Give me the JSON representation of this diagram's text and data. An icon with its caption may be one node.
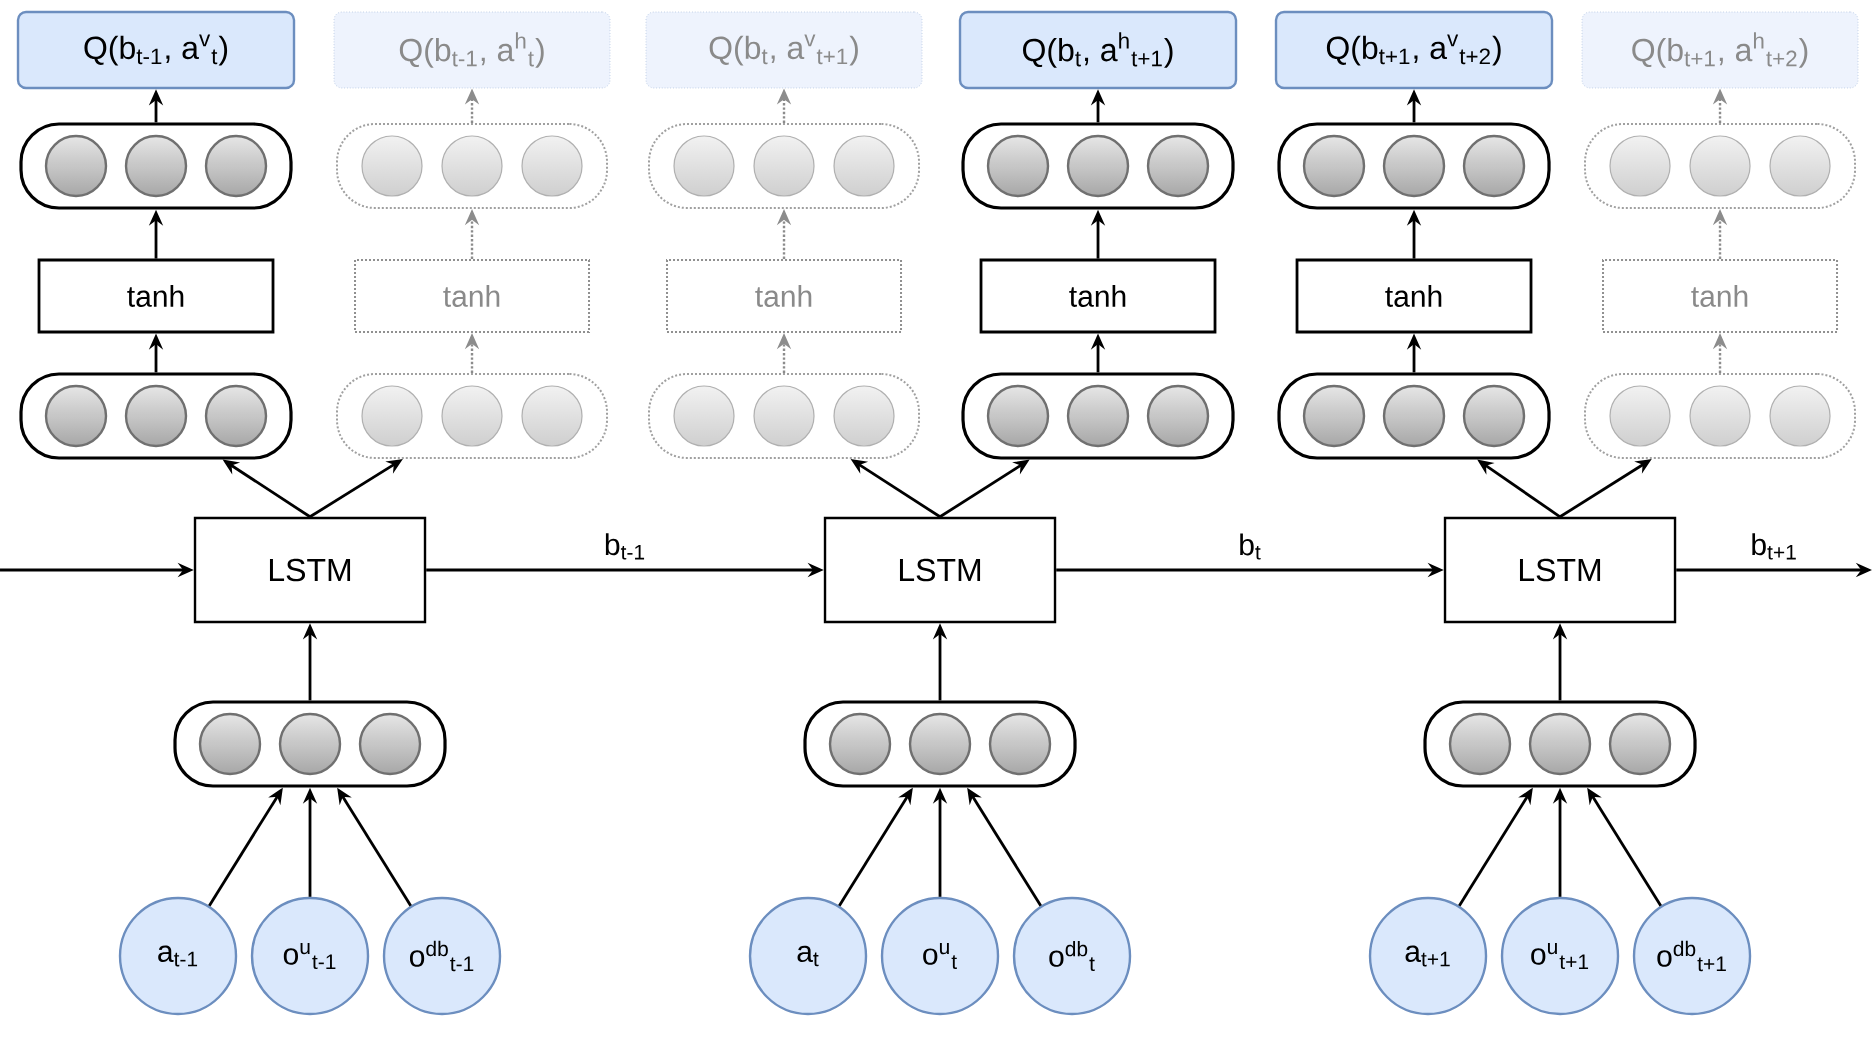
{
  "diagram": {
    "nodes": [
      {
        "text": [
          "Q(b$_{t-1}$, a$^{v}$$_{t}$)"
        ]
      },
      {
        "text": [
          "Q(b$_{t-1}$, a$^{h}$$_{t}$)"
        ]
      },
      {
        "text": [
          "Q(b$_{t}$, a$^{v}$$_{t+1}$)"
        ]
      },
      {
        "text": [
          "Q(b$_{t}$, a$^{h}$$_{t+1}$)"
        ]
      },
      {
        "text": [
          "Q(b$_{t+1}$, a$^{v}$$_{t+2}$)"
        ]
      },
      {
        "text": [
          "Q(b$_{t+1}$, a$^{h}$$_{t+2}$)"
        ]
      },
      {
        "text": [],
        "shape": "box"
      },
      {
        "text": [],
        "shape": "box"
      },
      {
        "text": [],
        "shape": "box"
      },
      {
        "text": [],
        "shape": "box"
      },
      {
        "text": [],
        "shape": "box"
      },
      {
        "text": [],
        "shape": "box"
      },
      {
        "text": [
          "tanh"
        ]
      },
      {
        "text": [
          "tanh"
        ]
      },
      {
        "text": [
          "tanh"
        ]
      },
      {
        "text": [
          "tanh"
        ]
      },
      {
        "text": [
          "tanh"
        ]
      },
      {
        "text": [
          "tanh"
        ]
      },
      {
        "text": [],
        "shape": "box"
      },
      {
        "text": [],
        "shape": "box"
      },
      {
        "text": [],
        "shape": "box"
      },
      {
        "text": [],
        "shape": "box"
      },
      {
        "text": [],
        "shape": "box"
      },
      {
        "text": [],
        "shape": "box"
      },
      {
        "text": [
          "LSTM"
        ]
      },
      {
        "text": [
          "LSTM"
        ]
      },
      {
        "text": [
          "LSTM"
        ]
      },
      {
        "text": [],
        "shape": "box"
      },
      {
        "text": [],
        "shape": "box"
      },
      {
        "text": [],
        "shape": "box"
      },
      {
        "text": [
          "a$_{t-1}$"
        ]
      },
      {
        "text": [
          "o$^{u}$$_{t-1}$"
        ]
      },
      {
        "text": [
          "o$^{db}$$_{t-1}$"
        ]
      },
      {
        "text": [
          "a$_{t}$"
        ]
      },
      {
        "text": [
          "o$^{u}$$_{t}$"
        ]
      },
      {
        "text": [
          "o$^{db}$$_{t}$"
        ]
      },
      {
        "text": [
          "a$_{t+1}$"
        ]
      },
      {
        "text": [
          "o$^{u}$$_{t+1}$"
        ]
      },
      {
        "text": [
          "o$^{db}$$_{t+1}$"
        ]
      }
    ],
    "edges": [
      {
        "from": 18,
        "to": 12,
        "arrow": "to"
      },
      {
        "from": 12,
        "to": 6,
        "arrow": "to"
      },
      {
        "from": 6,
        "to": 0,
        "arrow": "to"
      },
      {
        "from": 19,
        "to": 13,
        "arrow": "to",
        "style": "dashed",
        "color": "#8c8c8c"
      },
      {
        "from": 13,
        "to": 7,
        "arrow": "to",
        "style": "dashed",
        "color": "#8c8c8c"
      },
      {
        "from": 7,
        "to": 1,
        "arrow": "to",
        "style": "dashed",
        "color": "#8c8c8c"
      },
      {
        "from": 20,
        "to": 14,
        "arrow": "to",
        "style": "dashed",
        "color": "#8c8c8c"
      },
      {
        "from": 14,
        "to": 8,
        "arrow": "to",
        "style": "dashed",
        "color": "#8c8c8c"
      },
      {
        "from": 8,
        "to": 2,
        "arrow": "to",
        "style": "dashed",
        "color": "#8c8c8c"
      },
      {
        "from": 21,
        "to": 15,
        "arrow": "to"
      },
      {
        "from": 15,
        "to": 9,
        "arrow": "to"
      },
      {
        "from": 9,
        "to": 3,
        "arrow": "to"
      },
      {
        "from": 22,
        "to": 16,
        "arrow": "to"
      },
      {
        "from": 16,
        "to": 10,
        "arrow": "to"
      },
      {
        "from": 10,
        "to": 4,
        "arrow": "to"
      },
      {
        "from": 23,
        "to": 17,
        "arrow": "to",
        "style": "dashed",
        "color": "#8c8c8c"
      },
      {
        "from": 17,
        "to": 11,
        "arrow": "to",
        "style": "dashed",
        "color": "#8c8c8c"
      },
      {
        "from": 11,
        "to": 5,
        "arrow": "to",
        "style": "dashed",
        "color": "#8c8c8c"
      },
      {
        "from": 24,
        "to": 18,
        "arrow": "to"
      },
      {
        "from": 24,
        "to": 19,
        "arrow": "to"
      },
      {
        "from": 25,
        "to": 20,
        "arrow": "to"
      },
      {
        "from": 25,
        "to": 21,
        "arrow": "to"
      },
      {
        "from": 26,
        "to": 22,
        "arrow": "to"
      },
      {
        "from": 26,
        "to": 23,
        "arrow": "to"
      },
      {
        "from": null,
        "to": 24,
        "arrow": "to"
      },
      {
        "from": 24,
        "to": 25,
        "arrow": "to",
        "label": "b$_{t-1}$"
      },
      {
        "from": 25,
        "to": 26,
        "arrow": "to",
        "label": "b$_{t}$"
      },
      {
        "from": 26,
        "to": null,
        "arrow": "to",
        "label": "b$_{t+1}$"
      },
      {
        "from": 27,
        "to": 24,
        "arrow": "to"
      },
      {
        "from": 28,
        "to": 25,
        "arrow": "to"
      },
      {
        "from": 29,
        "to": 26,
        "arrow": "to"
      },
      {
        "from": 30,
        "to": 27,
        "arrow": "to"
      },
      {
        "from": 31,
        "to": 27,
        "arrow": "to"
      },
      {
        "from": 32,
        "to": 27,
        "arrow": "to"
      },
      {
        "from": 33,
        "to": 28,
        "arrow": "to"
      },
      {
        "from": 34,
        "to": 28,
        "arrow": "to"
      },
      {
        "from": 35,
        "to": 28,
        "arrow": "to"
      },
      {
        "from": 36,
        "to": 29,
        "arrow": "to"
      },
      {
        "from": 37,
        "to": 29,
        "arrow": "to"
      },
      {
        "from": 38,
        "to": 29,
        "arrow": "to"
      }
    ]
  }
}
